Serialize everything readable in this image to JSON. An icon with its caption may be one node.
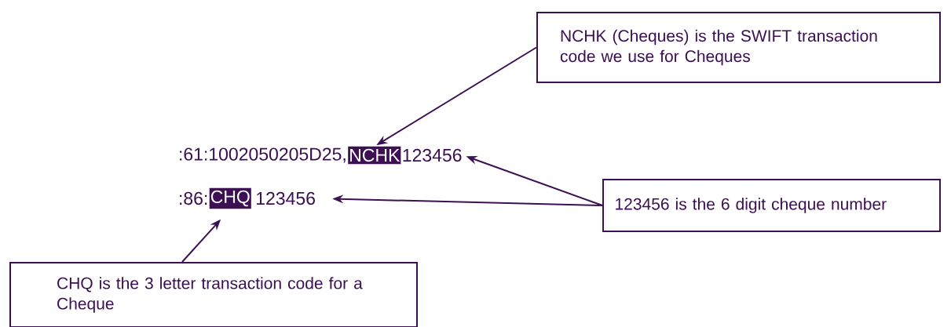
{
  "diagram": {
    "nodes": [
      {
        "text": [
          "NCHK (Cheques) is the SWIFT transaction code we use for Cheques"
        ]
      },
      {
        "text": [
          "NCHK"
        ]
      },
      {
        "text": [
          "123456"
        ]
      },
      {
        "text": [
          "CHQ"
        ]
      },
      {
        "text": [
          "123456"
        ]
      },
      {
        "text": [
          "123456 is the 6 digit cheque number"
        ]
      },
      {
        "text": [
          "CHQ is the 3 letter transaction code for a Cheque"
        ]
      }
    ],
    "edges": [
      {
        "from": 0,
        "to": 1,
        "arrow": "to"
      },
      {
        "from": 5,
        "to": 2,
        "arrow": "to"
      },
      {
        "from": 5,
        "to": 4,
        "arrow": "to"
      },
      {
        "from": 6,
        "to": 3,
        "arrow": "to"
      }
    ],
    "labels": [
      ":61:1002050205D25,",
      ":86:"
    ]
  }
}
